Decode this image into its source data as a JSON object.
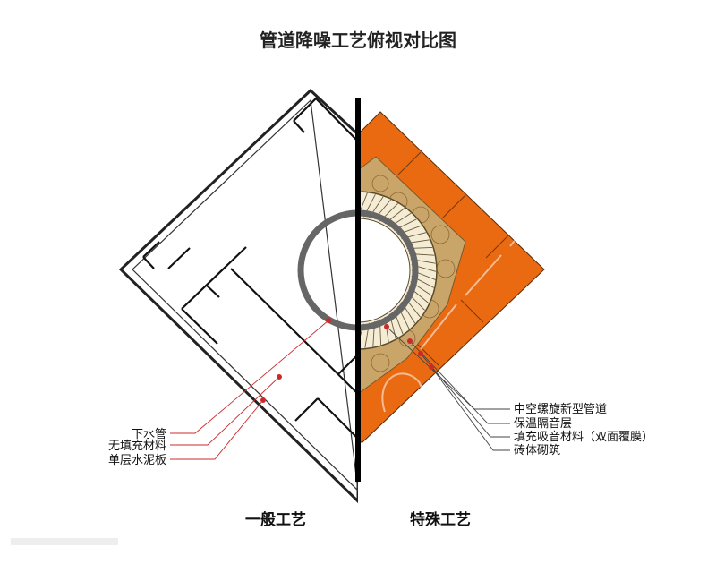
{
  "title": "管道降噪工艺俯视对比图",
  "left_caption": "一般工艺",
  "right_caption": "特殊工艺",
  "left_labels": [
    "下水管",
    "无填充材料",
    "单层水泥板"
  ],
  "right_labels": [
    "中空螺旋新型管道",
    "保温隔音层",
    "填充吸音材料（双面覆膜）",
    "砖体砌筑"
  ],
  "colors": {
    "brick": "#ea6a12",
    "insulation": "#c9a56a",
    "leader": "#cc2a2a",
    "divider": "#000000"
  }
}
